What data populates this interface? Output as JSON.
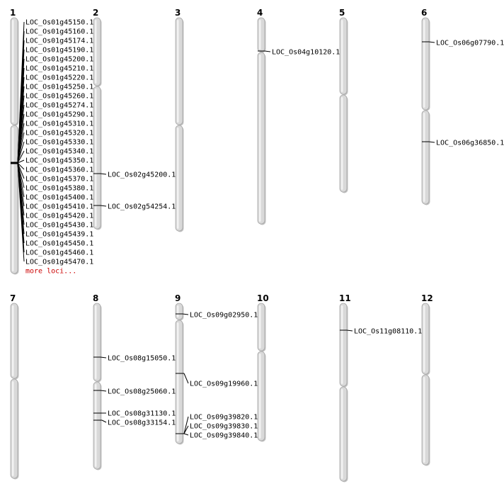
{
  "colors": {
    "chromosome_fill": "#d9d9d9",
    "chromosome_edge": "#a6a6a6",
    "marker": "#000000",
    "more_link": "#cc0000"
  },
  "chromosomes": [
    {
      "id": "1",
      "loci": [
        "LOC_Os01g45150.1",
        "LOC_Os01g45160.1",
        "LOC_Os01g45174.1",
        "LOC_Os01g45190.1",
        "LOC_Os01g45200.1",
        "LOC_Os01g45210.1",
        "LOC_Os01g45220.1",
        "LOC_Os01g45250.1",
        "LOC_Os01g45260.1",
        "LOC_Os01g45274.1",
        "LOC_Os01g45290.1",
        "LOC_Os01g45310.1",
        "LOC_Os01g45320.1",
        "LOC_Os01g45330.1",
        "LOC_Os01g45340.1",
        "LOC_Os01g45350.1",
        "LOC_Os01g45360.1",
        "LOC_Os01g45370.1",
        "LOC_Os01g45380.1",
        "LOC_Os01g45400.1",
        "LOC_Os01g45410.1",
        "LOC_Os01g45420.1",
        "LOC_Os01g45430.1",
        "LOC_Os01g45439.1",
        "LOC_Os01g45450.1",
        "LOC_Os01g45460.1",
        "LOC_Os01g45470.1"
      ],
      "more": "more loci..."
    },
    {
      "id": "2",
      "loci": [
        "LOC_Os02g45200.1",
        "LOC_Os02g54254.1"
      ]
    },
    {
      "id": "3",
      "loci": []
    },
    {
      "id": "4",
      "loci": [
        "LOC_Os04g10120.1"
      ]
    },
    {
      "id": "5",
      "loci": []
    },
    {
      "id": "6",
      "loci": [
        "LOC_Os06g07790.1",
        "LOC_Os06g36850.1"
      ]
    },
    {
      "id": "7",
      "loci": []
    },
    {
      "id": "8",
      "loci": [
        "LOC_Os08g15050.1",
        "LOC_Os08g25060.1",
        "LOC_Os08g31130.1",
        "LOC_Os08g33154.1"
      ]
    },
    {
      "id": "9",
      "loci": [
        "LOC_Os09g02950.1",
        "LOC_Os09g19960.1",
        "LOC_Os09g39820.1",
        "LOC_Os09g39830.1",
        "LOC_Os09g39840.1"
      ]
    },
    {
      "id": "10",
      "loci": []
    },
    {
      "id": "11",
      "loci": [
        "LOC_Os11g08110.1"
      ]
    },
    {
      "id": "12",
      "loci": []
    }
  ]
}
